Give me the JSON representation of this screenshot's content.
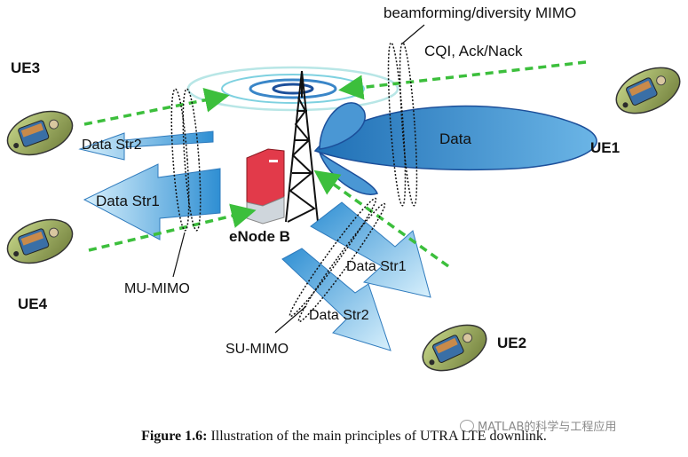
{
  "labels": {
    "beamforming": "beamforming/diversity MIMO",
    "cqi": "CQI, Ack/Nack",
    "data": "Data",
    "data_str2_left": "Data Str2",
    "data_str1_left": "Data Str1",
    "data_str1_right": "Data Str1",
    "data_str2_right": "Data Str2",
    "enodeb": "eNode B",
    "mu_mimo": "MU-MIMO",
    "su_mimo": "SU-MIMO",
    "ue1": "UE1",
    "ue2": "UE2",
    "ue3": "UE3",
    "ue4": "UE4"
  },
  "caption": {
    "prefix": "Figure 1.6:",
    "text": "Illustration of the main principles of UTRA LTE downlink."
  },
  "watermark": "MATLAB的科学与工程应用",
  "colors": {
    "beam_blue": "#3a86c8",
    "arrow_light": "#9fd3f2",
    "feedback_green": "#3cbf3c",
    "enodeb_red": "#e23a4a"
  }
}
